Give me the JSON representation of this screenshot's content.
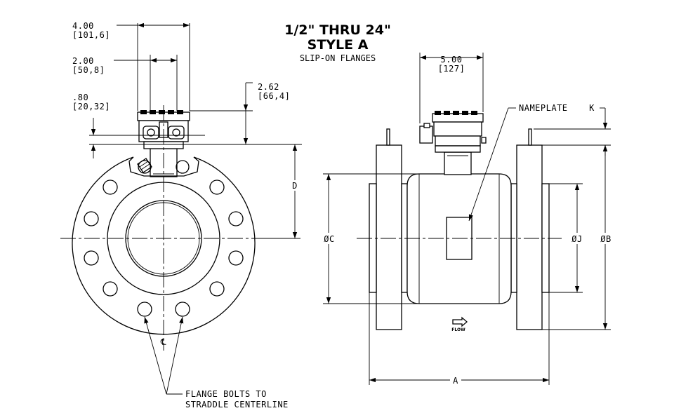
{
  "title": {
    "line1": "1/2\" THRU 24\"",
    "line2": "STYLE A",
    "line3": "SLIP-ON FLANGES"
  },
  "front_view": {
    "dim_400": {
      "value": "4.00",
      "metric": "[101,6]"
    },
    "dim_200": {
      "value": "2.00",
      "metric": "[50,8]"
    },
    "dim_080": {
      "value": ".80",
      "metric": "[20,32]"
    },
    "dim_262": {
      "value": "2.62",
      "metric": "[66,4]"
    },
    "dim_D": "D",
    "centerline_symbol": "℄",
    "note_line1": "FLANGE BOLTS TO",
    "note_line2": "STRADDLE CENTERLINE"
  },
  "side_view": {
    "dim_500": {
      "value": "5.00",
      "metric": "[127]"
    },
    "nameplate": "NAMEPLATE",
    "dim_K": "K",
    "dim_C": "ØC",
    "dim_J": "ØJ",
    "dim_B": "ØB",
    "dim_A": "A",
    "flow": "FLOW"
  }
}
